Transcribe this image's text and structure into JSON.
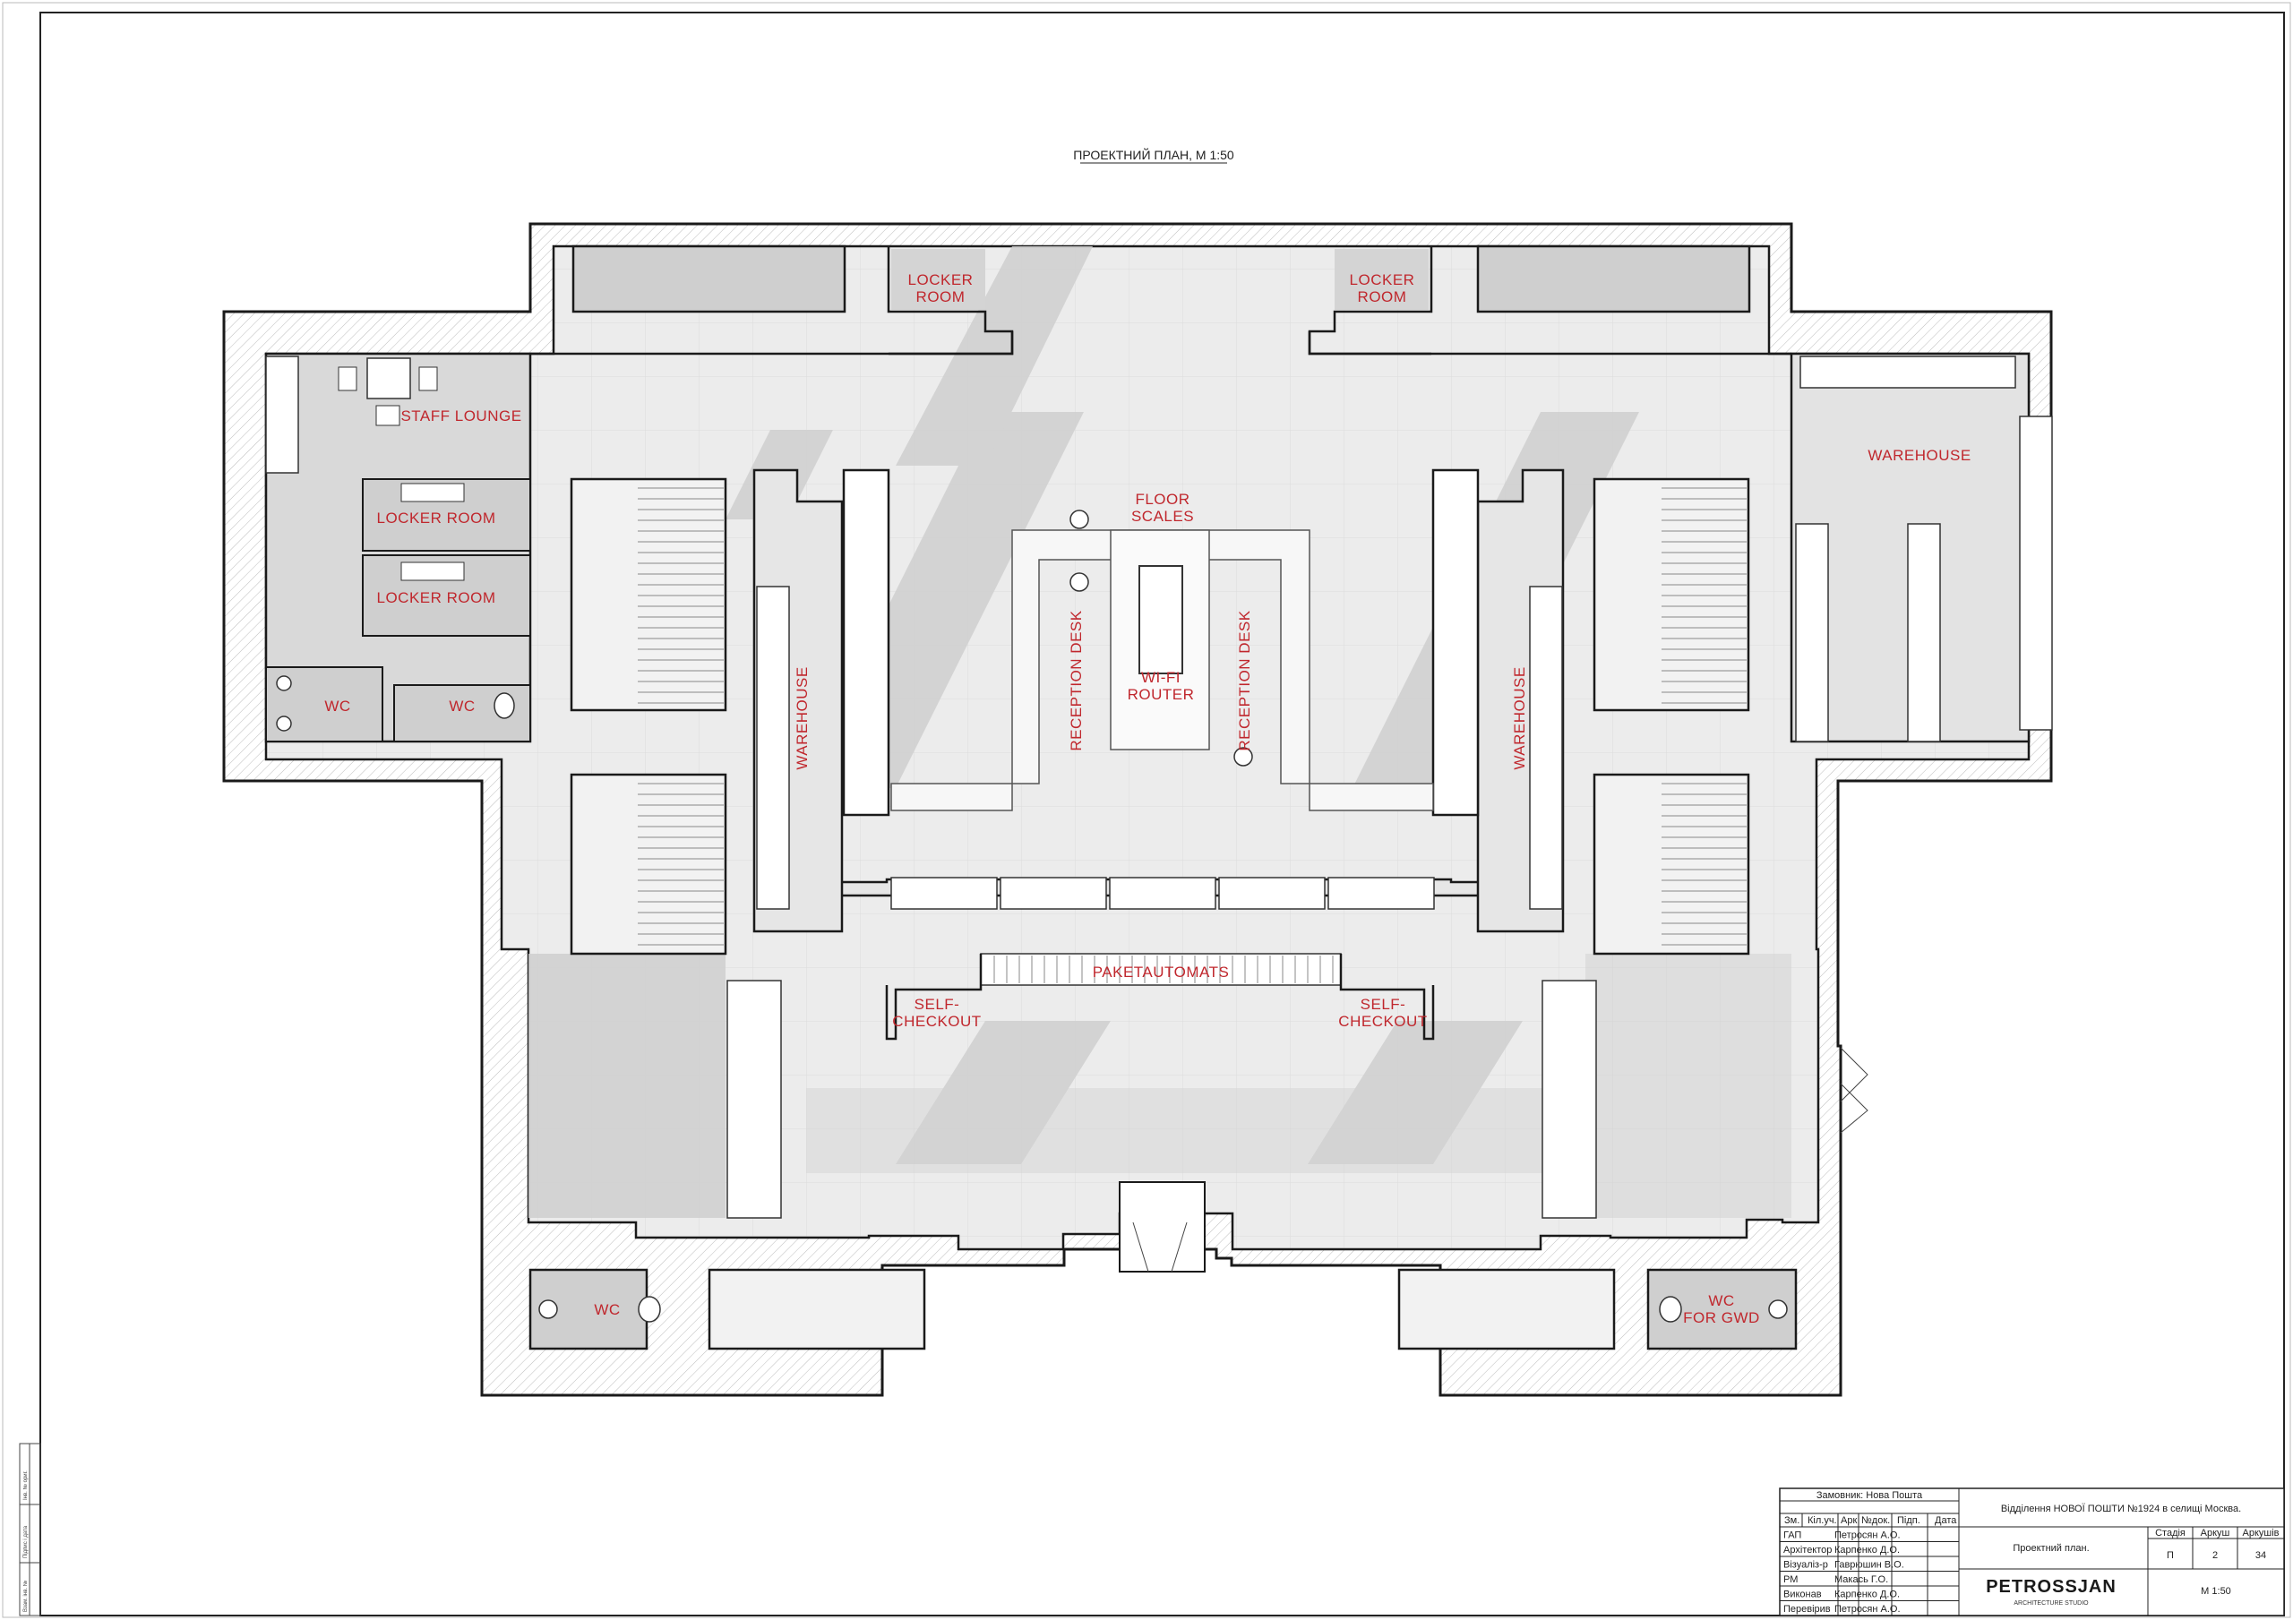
{
  "sheet": {
    "title": "ПРОЕКТНИЙ ПЛАН, М 1:50"
  },
  "rooms": {
    "locker_room_top_left": [
      "LOCKER",
      "ROOM"
    ],
    "locker_room_top_right": [
      "LOCKER",
      "ROOM"
    ],
    "staff_lounge": "STAFF LOUNGE",
    "locker_room_1": "LOCKER ROOM",
    "locker_room_2": "LOCKER ROOM",
    "wc_1": "WC",
    "wc_2": "WC",
    "warehouse_top_right": "WAREHOUSE",
    "floor_scales": [
      "FLOOR",
      "SCALES"
    ],
    "reception_desk_left": "RECEPTION DESK",
    "reception_desk_right": "RECEPTION DESK",
    "wifi_router": [
      "WI-FI",
      "ROUTER"
    ],
    "warehouse_left": "WAREHOUSE",
    "warehouse_right": "WAREHOUSE",
    "paketautomats": "PAKETAUTOMATS",
    "self_checkout_left": [
      "SELF-",
      "CHECKOUT"
    ],
    "self_checkout_right": [
      "SELF-",
      "CHECKOUT"
    ],
    "wc_bottom": "WC",
    "wc_gwd": [
      "WC",
      "FOR GWD"
    ]
  },
  "title_block": {
    "client": "Замовник: Нова Пошта",
    "project_title": "Відділення НОВОЇ ПОШТИ №1924 в селищі Москва.",
    "sheet_name": "Проектний план.",
    "columns": [
      "Зм.",
      "Кіл.уч.",
      "Арк",
      "№док.",
      "Підп.",
      "Дата"
    ],
    "roles": [
      {
        "role": "ГАП",
        "name": "Петросян А.О."
      },
      {
        "role": "Архітектор",
        "name": "Карпенко Д.О."
      },
      {
        "role": "Візуаліз-р",
        "name": "Гаврюшин В.О."
      },
      {
        "role": "РМ",
        "name": "Макась Г.О."
      },
      {
        "role": "Виконав",
        "name": "Карпенко Д.О."
      },
      {
        "role": "Перевірив",
        "name": "Петросян А.О."
      }
    ],
    "stage_header": "Стадія",
    "sheet_header": "Аркуш",
    "sheets_header": "Аркушів",
    "stage": "П",
    "sheet": "2",
    "sheets": "34",
    "studio": "PETROSSJAN",
    "studio_sub": "ARCHITECTURE STUDIO",
    "scale": "М 1:50"
  },
  "side_stamp": [
    "Взам. інв. №",
    "Підпис і дата",
    "Інв. № ориг."
  ],
  "colors": {
    "wall_fill": "#ffffff",
    "wall_stroke": "#1a1a1a",
    "floor": "#e9e9e9",
    "shadow": "#cfcfcf",
    "label": "#c0272d"
  }
}
